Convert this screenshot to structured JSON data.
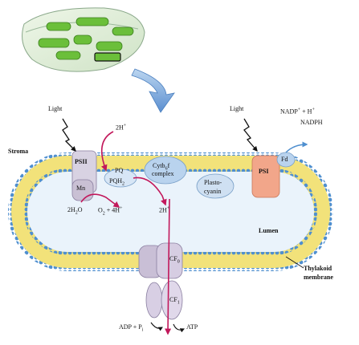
{
  "labels": {
    "light_left": "Light",
    "light_right": "Light",
    "stroma": "Stroma",
    "lumen": "Lumen",
    "thylakoid_membrane_1": "Thylakoid",
    "thylakoid_membrane_2": "membrane",
    "psii": "PSII",
    "mn": "Mn",
    "pq": "PQ",
    "pqh2": "PQH",
    "pqh2_sub": "2",
    "cyt_1": "Cytb",
    "cyt_sub": "6",
    "cyt_f": "f",
    "cyt_2": "complex",
    "plasto_1": "Plasto-",
    "plasto_2": "cyanin",
    "psi": "PSI",
    "fd": "Fd",
    "nadp": "NADP",
    "nadp_sup": "+",
    "nadp_h": " + H",
    "nadp_h_sup": "+",
    "nadph": "NADPH",
    "h_top": "2H",
    "h_top_sup": "+",
    "water": "2H",
    "water_sub": "2",
    "water_o": "O",
    "o2": "O",
    "o2_sub": "2",
    "o2_rest": " + 4H",
    "o2_sup": "+",
    "h_lumen": "2H",
    "h_lumen_sup": "+",
    "cf0": "CF",
    "cf0_sub": "0",
    "cf1": "CF",
    "cf1_sub": "1",
    "adp": "ADP + P",
    "adp_sub": "i",
    "atp": "ATP"
  },
  "colors": {
    "membrane_yellow": "#f2e27a",
    "head_blue": "#4f8fcf",
    "lumen_blue": "#eaf3fb",
    "proton_arrow": "#c2185b",
    "psi_pink": "#f2a68a",
    "protein_grey": "#c9c0d4",
    "chloroplast_green": "#6bbf3a"
  }
}
